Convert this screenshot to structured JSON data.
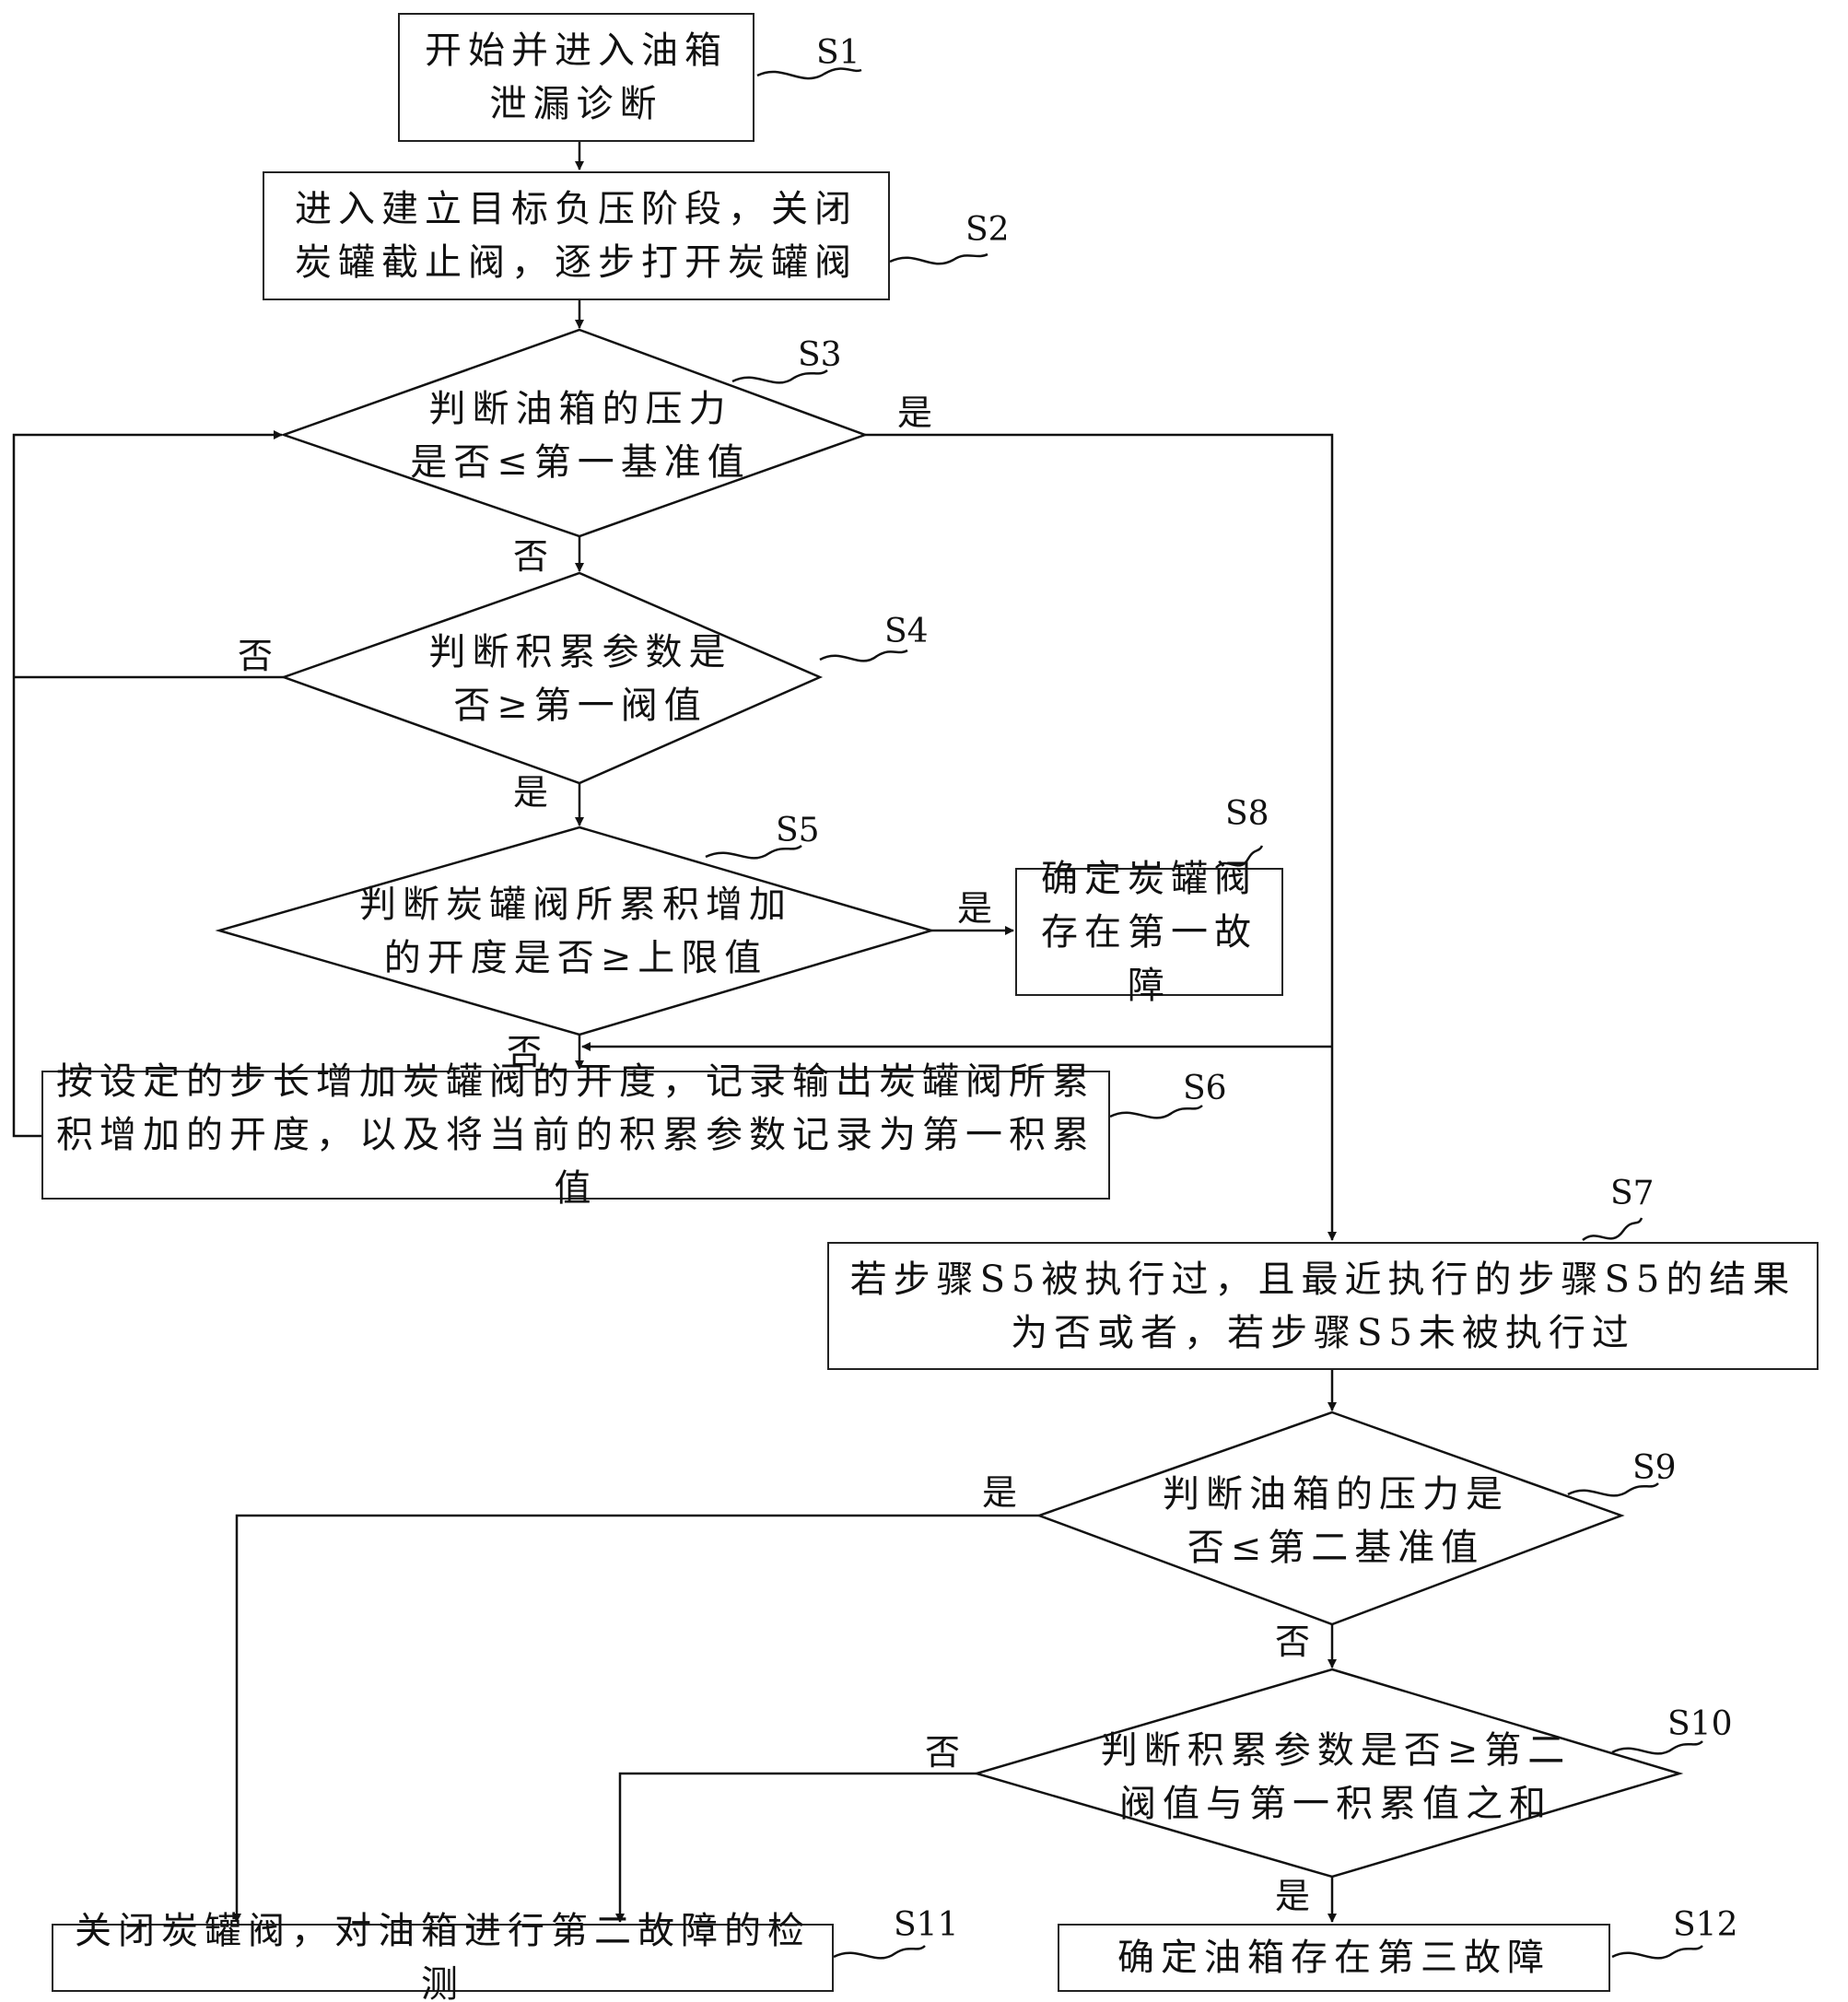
{
  "steps": {
    "s1": {
      "label": "S1",
      "text": "开始并进入油箱泄漏诊断"
    },
    "s2": {
      "label": "S2",
      "text": "进入建立目标负压阶段，关闭炭罐截止阀，逐步打开炭罐阀"
    },
    "s3": {
      "label": "S3",
      "text": "判断油箱的压力是否≤第一基准值"
    },
    "s4": {
      "label": "S4",
      "text": "判断积累参数是否≥第一阀值"
    },
    "s5": {
      "label": "S5",
      "text": "判断炭罐阀所累积增加的开度是否≥上限值"
    },
    "s6": {
      "label": "S6",
      "text": "按设定的步长增加炭罐阀的开度，记录输出炭罐阀所累积增加的开度，以及将当前的积累参数记录为第一积累值"
    },
    "s7": {
      "label": "S7",
      "text": "若步骤S5被执行过，且最近执行的步骤S5的结果为否或者，若步骤S5未被执行过"
    },
    "s8": {
      "label": "S8",
      "text": "确定炭罐阀存在第一故障"
    },
    "s9": {
      "label": "S9",
      "text": "判断油箱的压力是否≤第二基准值"
    },
    "s10": {
      "label": "S10",
      "text": "判断积累参数是否≥第二阀值与第一积累值之和"
    },
    "s11": {
      "label": "S11",
      "text": "关闭炭罐阀，对油箱进行第二故障的检测"
    },
    "s12": {
      "label": "S12",
      "text": "确定油箱存在第三故障"
    }
  },
  "branches": {
    "yes": "是",
    "no": "否"
  }
}
